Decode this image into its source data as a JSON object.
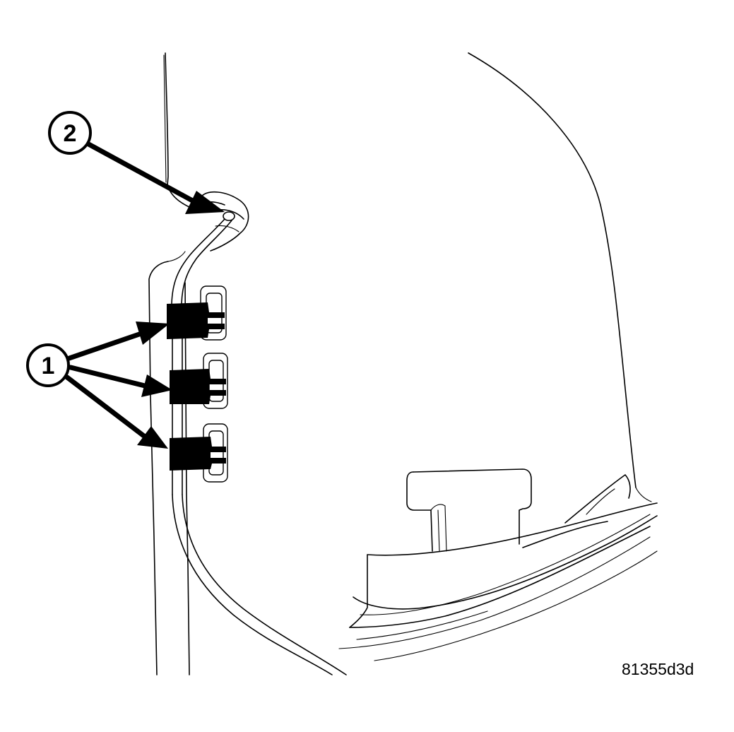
{
  "figure": {
    "callouts": [
      {
        "id": "callout-1",
        "label": "1",
        "targets": 3
      },
      {
        "id": "callout-2",
        "label": "2",
        "targets": 1
      }
    ],
    "figure_id": "81355d3d"
  }
}
